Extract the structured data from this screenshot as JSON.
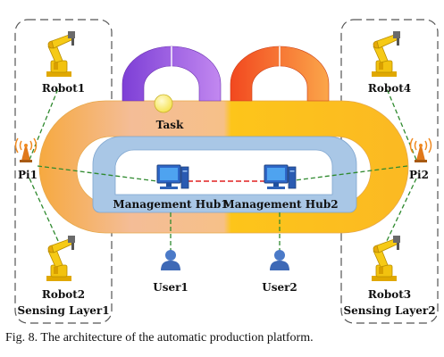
{
  "labels": {
    "robot1": "Robot1",
    "robot2": "Robot2",
    "robot3": "Robot3",
    "robot4": "Robot4",
    "pi1": "Pi1",
    "pi2": "Pi2",
    "task": "Task",
    "hub1": "Management Hub1",
    "hub2": "Management Hub2",
    "user1": "User1",
    "user2": "User2",
    "sensing1": "Sensing Layer1",
    "sensing2": "Sensing Layer2"
  },
  "caption": "Fig. 8. The architecture of the automatic production platform.",
  "icons": {
    "robot": "industrial-robot-arm-icon",
    "pi": "wireless-antenna-icon",
    "hub": "computer-icon",
    "user": "user-icon",
    "task": "task-node-icon"
  },
  "colors": {
    "outer_track_left": "#f3b98e",
    "outer_track_right": "#fcc41e",
    "inner_track": "#a9c7e6",
    "arc_left": "#9a4fe0",
    "arc_right": "#f5682a",
    "task_node": "#fff27a",
    "link_dashed": "#2f8a2f",
    "hub_link_dashed": "#e02020",
    "robot": "#f2c20f"
  }
}
